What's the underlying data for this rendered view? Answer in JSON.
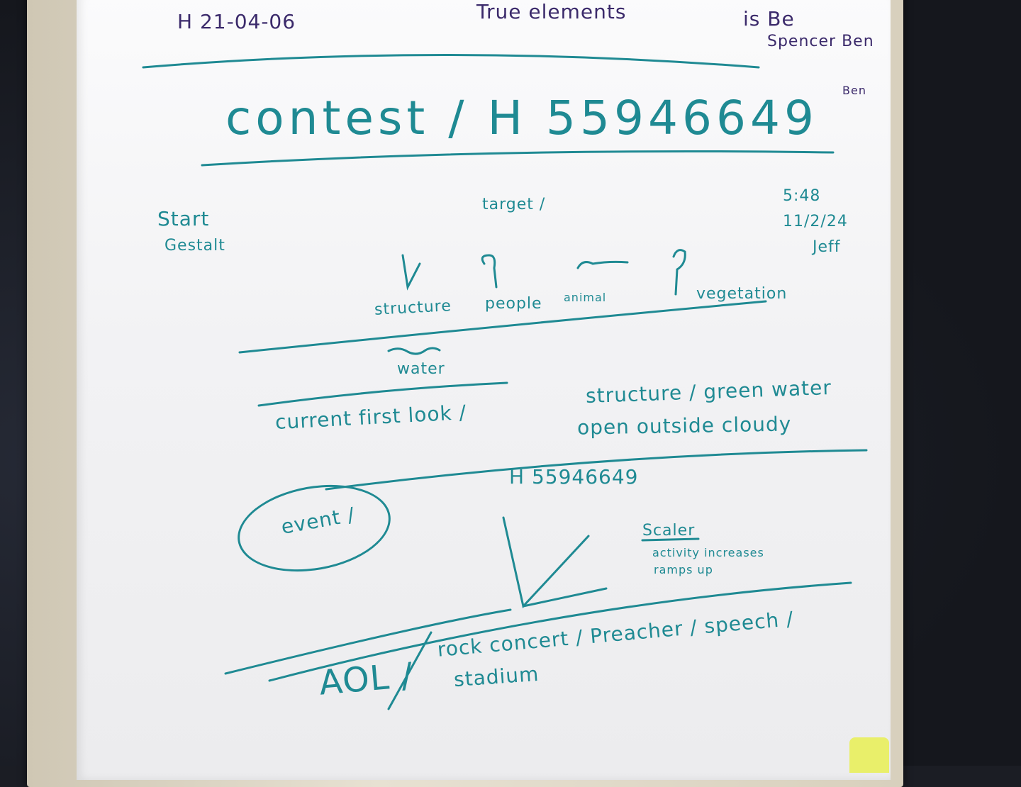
{
  "top_notes": {
    "left_code": "H 21-04-06",
    "center": "True elements",
    "right_line1": "is Be",
    "right_line2": "Spencer Ben",
    "right_line3": "Ben"
  },
  "title": "contest / H 55946649",
  "start": {
    "line1": "Start",
    "line2": "Gestalt"
  },
  "target_label": "target /",
  "session": {
    "time": "5:48",
    "date": "11/2/24",
    "viewer": "Jeff"
  },
  "ideograms": [
    "structure",
    "people",
    "animal",
    "vegetation"
  ],
  "water_label": "water",
  "current": {
    "label": "current first look /",
    "desc_line1": "structure / green water",
    "desc_line2": "open outside cloudy"
  },
  "event": {
    "code": "H 55946649",
    "label": "event /",
    "scaler_label": "Scaler",
    "scaler_line1": "activity increases",
    "scaler_line2": "ramps up"
  },
  "aol": {
    "label": "AOL /",
    "line1": "rock concert / Preacher / speech /",
    "line2": "stadium"
  },
  "colors": {
    "ink": "#1f8a93",
    "purple_ink": "#3b2a6b",
    "board": "#f3f3f5"
  }
}
